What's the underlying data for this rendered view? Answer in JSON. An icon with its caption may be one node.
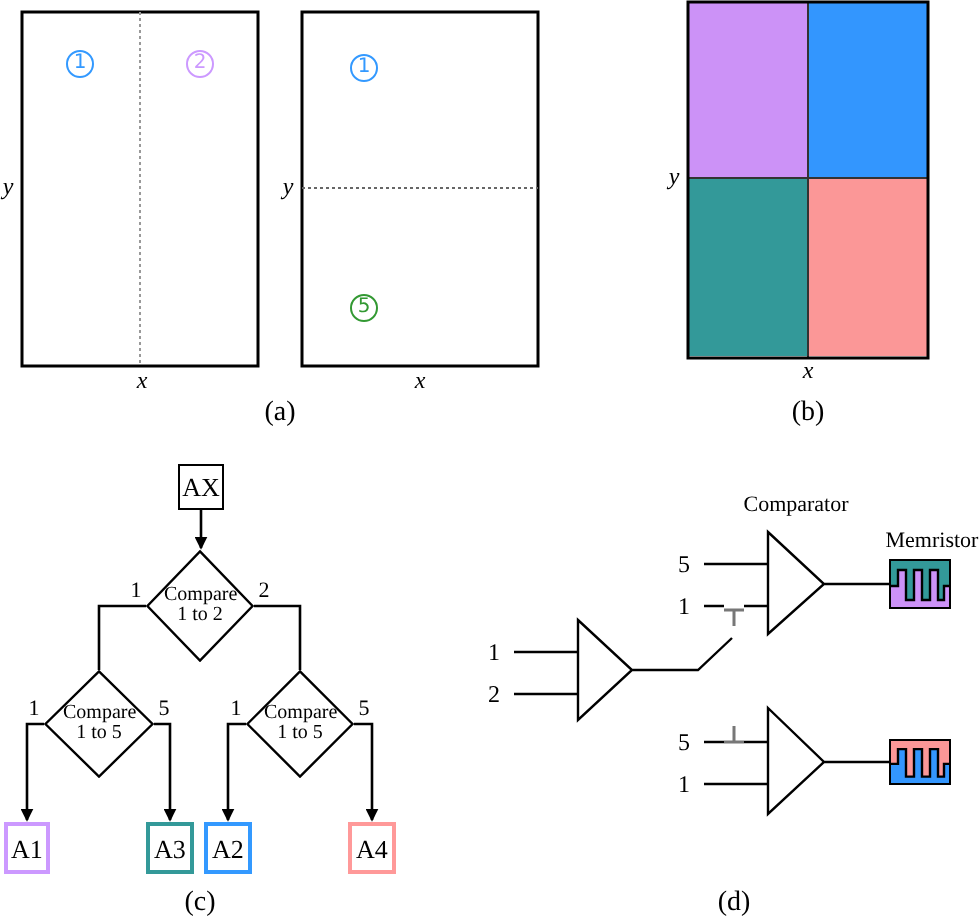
{
  "diagram": {
    "nodes": [
      {
        "text": [
          "AX"
        ]
      },
      {
        "text": [
          "Compare 1 to 2"
        ]
      },
      {
        "text": [
          "Compare 1 to 5"
        ]
      },
      {
        "text": [
          "Compare 1 to 5"
        ]
      },
      {
        "text": [
          "A1"
        ]
      },
      {
        "text": [
          "A3"
        ]
      },
      {
        "text": [
          "A2"
        ]
      },
      {
        "text": [
          "A4"
        ]
      }
    ],
    "edges": [
      {
        "from": 0,
        "to": 1,
        "arrow": "to"
      },
      {
        "from": 1,
        "to": 2,
        "arrow": "none",
        "label": "1"
      },
      {
        "from": 1,
        "to": 3,
        "arrow": "none",
        "label": "2"
      },
      {
        "from": 2,
        "to": 4,
        "arrow": "to",
        "label": "1"
      },
      {
        "from": 2,
        "to": 5,
        "arrow": "to",
        "label": "5"
      },
      {
        "from": 3,
        "to": 6,
        "arrow": "to",
        "label": "1"
      },
      {
        "from": 3,
        "to": 7,
        "arrow": "to",
        "label": "5"
      }
    ],
    "labels": [
      "1",
      "2",
      "y",
      "x",
      "1",
      "y",
      "5",
      "x",
      "(a)",
      "y",
      "x",
      "(b)",
      "(c)",
      "Comparator",
      "Memristor",
      "5",
      "1",
      "1",
      "2",
      "5",
      "1",
      "(d)"
    ]
  }
}
